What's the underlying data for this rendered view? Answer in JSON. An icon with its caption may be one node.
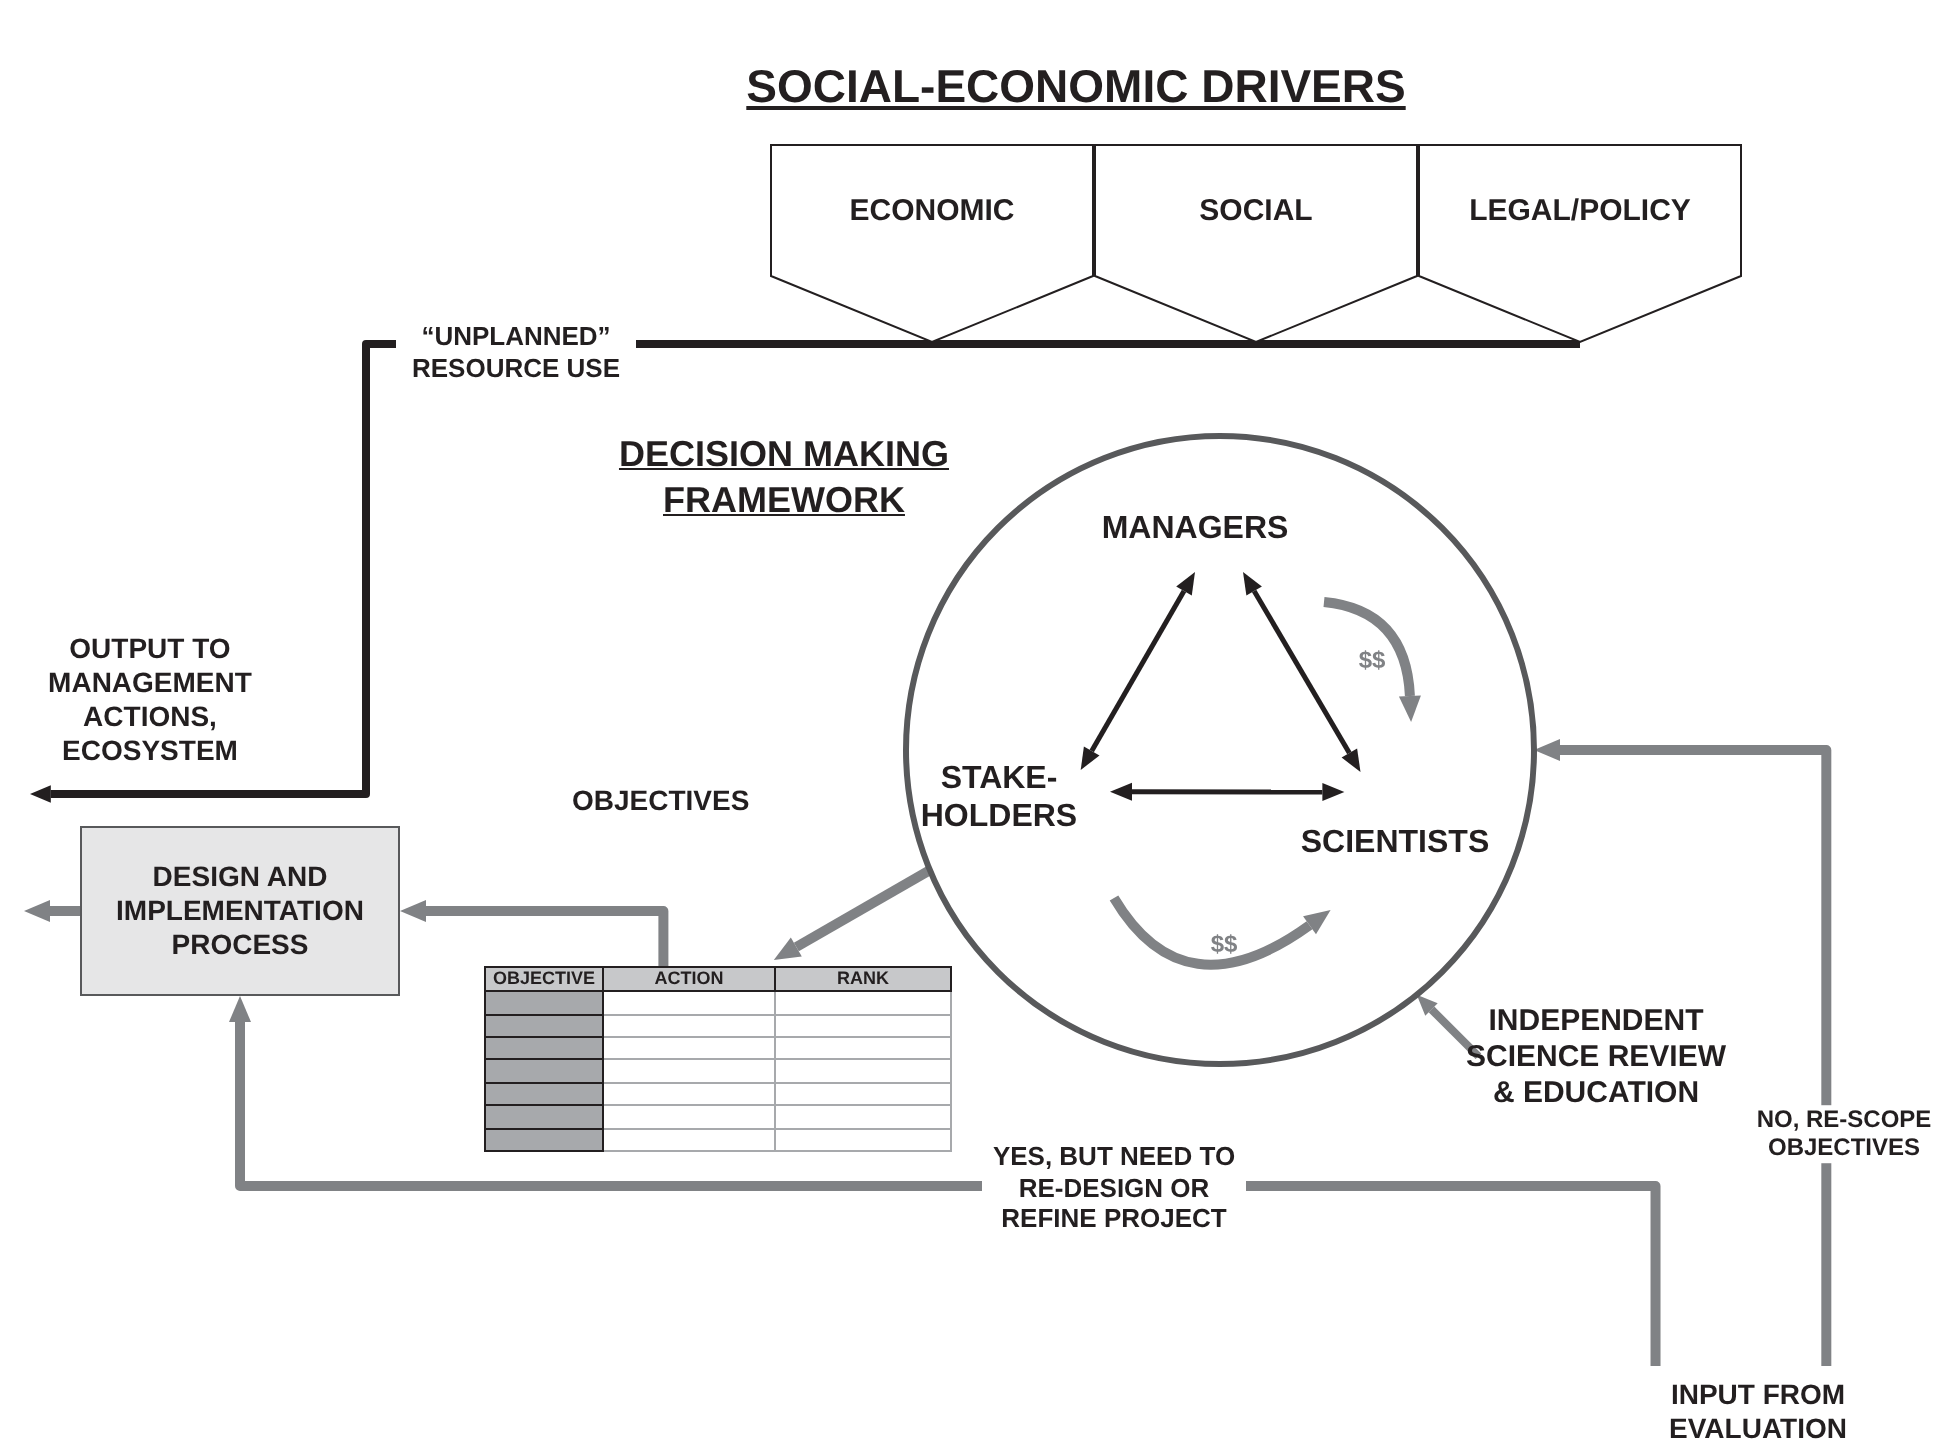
{
  "diagram": {
    "title": "SOCIAL-ECONOMIC DRIVERS",
    "nodes": [
      {
        "text": [
          "ECONOMIC"
        ]
      },
      {
        "text": [
          "SOCIAL"
        ]
      },
      {
        "text": [
          "LEGAL/POLICY"
        ]
      },
      {
        "text": [
          "OUTPUT TO MANAGEMENT ACTIONS, ECOSYSTEM"
        ]
      },
      {
        "text": [
          "DECISION MAKING FRAMEWORK"
        ]
      },
      {
        "text": [
          "MANAGERS"
        ],
        "in": 4
      },
      {
        "text": [
          "STAKE- HOLDERS"
        ],
        "in": 4
      },
      {
        "text": [
          "SCIENTISTS"
        ],
        "in": 4
      },
      {
        "text": [
          "OBJECTIVE",
          "ACTION",
          "RANK"
        ]
      },
      {
        "text": [
          "DESIGN AND IMPLEMENTATION PROCESS"
        ]
      },
      {
        "text": [
          "INDEPENDENT SCIENCE REVIEW & EDUCATION"
        ]
      },
      {
        "text": [
          "INPUT FROM EVALUATION"
        ]
      }
    ],
    "edges": [
      {
        "from": 2,
        "to": 3,
        "arrow": "to",
        "label": "“UNPLANNED” RESOURCE USE",
        "color": "#231f20"
      },
      {
        "from": 5,
        "to": 6,
        "arrow": "both",
        "color": "#231f20"
      },
      {
        "from": 5,
        "to": 7,
        "arrow": "both",
        "color": "#231f20"
      },
      {
        "from": 6,
        "to": 7,
        "arrow": "both",
        "color": "#231f20"
      },
      {
        "from": 5,
        "to": 7,
        "arrow": "to",
        "label": "$$"
      },
      {
        "from": 6,
        "to": 7,
        "arrow": "to",
        "label": "$$"
      },
      {
        "from": 4,
        "to": 8,
        "arrow": "to"
      },
      {
        "from": 8,
        "to": 9,
        "arrow": "to"
      },
      {
        "from": 9,
        "to": null,
        "arrow": "to"
      },
      {
        "from": 10,
        "to": 4,
        "arrow": "to"
      },
      {
        "from": 11,
        "to": 9,
        "arrow": "to",
        "label": "YES, BUT NEED TO RE-DESIGN OR REFINE PROJECT"
      },
      {
        "from": 11,
        "to": 4,
        "arrow": "to",
        "label": "NO, RE-SCOPE OBJECTIVES"
      }
    ],
    "labels": [
      "OBJECTIVES"
    ]
  }
}
